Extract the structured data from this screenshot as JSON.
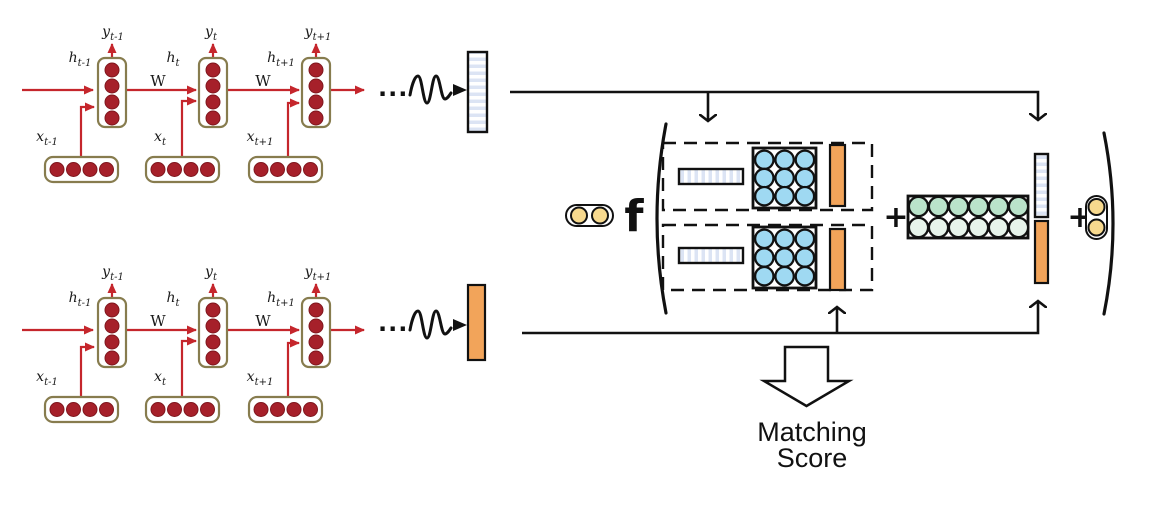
{
  "rnn": {
    "y_labels": [
      {
        "v": "y",
        "s": "t-1"
      },
      {
        "v": "y",
        "s": "t"
      },
      {
        "v": "y",
        "s": "t+1"
      }
    ],
    "h_labels": [
      {
        "v": "h",
        "s": "t-1"
      },
      {
        "v": "h",
        "s": "t"
      },
      {
        "v": "h",
        "s": "t+1"
      }
    ],
    "x_labels": [
      {
        "v": "x",
        "s": "t-1"
      },
      {
        "v": "x",
        "s": "t"
      },
      {
        "v": "x",
        "s": "t+1"
      }
    ],
    "weight_label": "W",
    "ellipsis": "..."
  },
  "matching": {
    "function_label": "f",
    "plus_left": "+",
    "plus_right": "+",
    "score_line1": "Matching",
    "score_line2": "Score"
  },
  "structure": {
    "timesteps_shown": 3,
    "hidden_units_per_state": 4,
    "input_units_per_vector": 4,
    "interaction_matrices": "3x3 circles, two dashed blocks",
    "aggregation_matrix": "2x6 circles",
    "score_capsule_units": 2
  },
  "colors": {
    "rnn_arrow": "#C5262C",
    "rnn_unit_fill": "#A6202A",
    "rnn_box_border": "#877C4E",
    "interaction_circle": "#9FD9F2",
    "aggregation_circle_top": "#BAE3CA",
    "aggregation_circle_bottom": "#E7F4EB",
    "doc_vector_orange": "#F2A45A",
    "score_circle_yellow": "#F7D98E",
    "stripe_blue": "#DCE4F4",
    "line_black": "#111111"
  }
}
